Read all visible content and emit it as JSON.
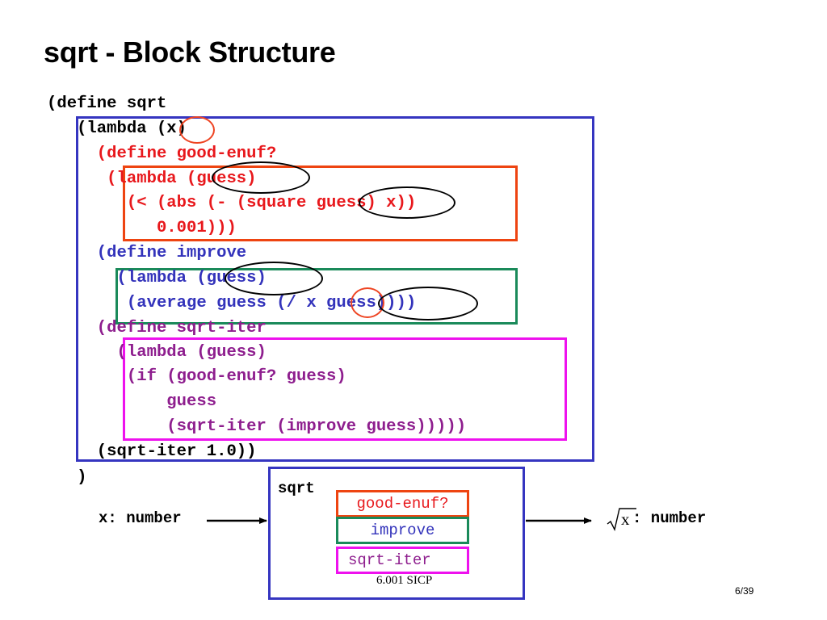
{
  "slide": {
    "title": "sqrt - Block Structure",
    "code_lines": [
      {
        "text": "(define sqrt",
        "color": "black"
      },
      {
        "text": "   (lambda (x)",
        "color": "black"
      },
      {
        "text": "     (define good-enuf?",
        "color": "red"
      },
      {
        "text": "      (lambda (guess)",
        "color": "red"
      },
      {
        "text": "        (< (abs (- (square guess) x))",
        "color": "red"
      },
      {
        "text": "           0.001)))",
        "color": "red"
      },
      {
        "text": "     (define improve",
        "color": "blue"
      },
      {
        "text": "       (lambda (guess)",
        "color": "blue"
      },
      {
        "text": "        (average guess (/ x guess))))",
        "color": "blue"
      },
      {
        "text": "     (define sqrt-iter",
        "color": "purple"
      },
      {
        "text": "       (lambda (guess)",
        "color": "purple"
      },
      {
        "text": "        (if (good-enuf? guess)",
        "color": "purple"
      },
      {
        "text": "            guess",
        "color": "purple"
      },
      {
        "text": "            (sqrt-iter (improve guess)))))",
        "color": "purple"
      },
      {
        "text": "     (sqrt-iter 1.0))",
        "color": "black"
      },
      {
        "text": "   )",
        "color": "black"
      }
    ],
    "diagram": {
      "box_label": "sqrt",
      "input_label": "x: number",
      "inner_boxes": [
        "good-enuf?",
        "improve",
        "sqrt-iter"
      ],
      "output_radicand": "x",
      "output_suffix": ": number"
    },
    "footer": "6.001 SICP",
    "page_number": "6/39",
    "colors": {
      "black": "#000000",
      "red": "#e8181c",
      "blue": "#3333bb",
      "purple": "#8e1e8e",
      "frame_blue": "#3535c0",
      "frame_red": "#ee4411",
      "frame_green": "#1a8a5a",
      "frame_magenta": "#ee11ee",
      "oval_red": "#ee4422",
      "oval_black": "#000000"
    }
  }
}
